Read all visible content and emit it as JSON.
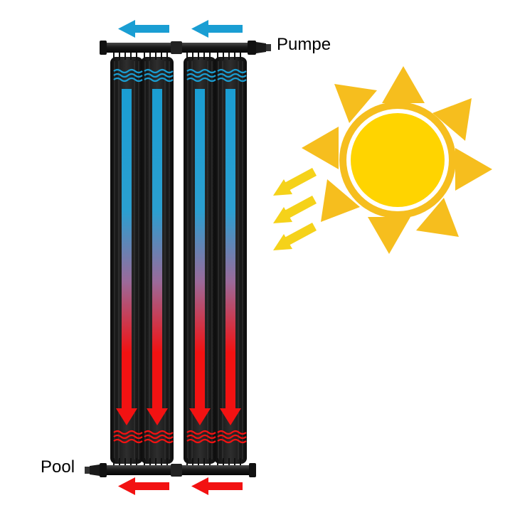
{
  "labels": {
    "top_right": "Pumpe",
    "bottom_left": "Pool"
  },
  "colors": {
    "cold": "#1a9ed3",
    "hot": "#f21212",
    "sun": "#f6be1e",
    "sun_core": "#ffd400",
    "sun_rays_arrows": "#f5d21a",
    "pipe": "#1c1c1c",
    "background": "#ffffff"
  },
  "diagram": {
    "panel_count": 4,
    "flow_top": "cold",
    "flow_bottom": "hot"
  }
}
